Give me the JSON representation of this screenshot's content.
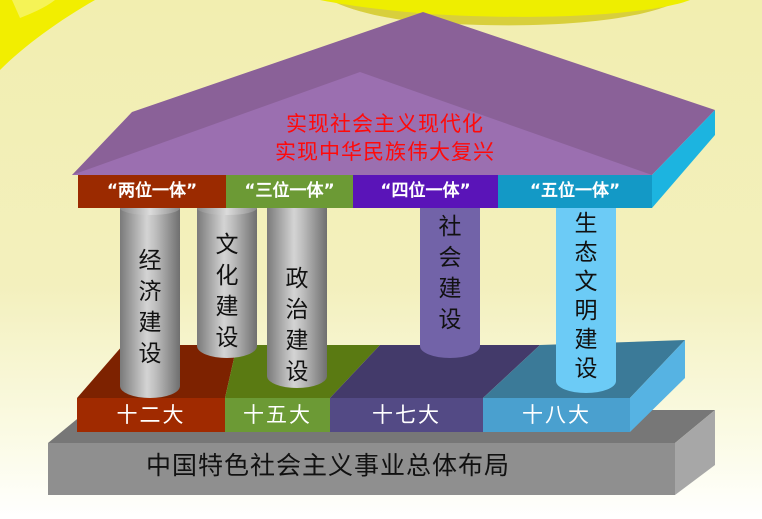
{
  "roof": {
    "line1": "实现社会主义现代化",
    "line2": "实现中华民族伟大复兴"
  },
  "stages": [
    {
      "label": "“两位一体”",
      "color": "#9b2a00"
    },
    {
      "label": "“三位一体”",
      "color": "#6c9a35"
    },
    {
      "label": "“四位一体”",
      "color": "#5a14b8"
    },
    {
      "label": "“五位一体”",
      "color": "#1399c6"
    }
  ],
  "pillars": [
    {
      "chars": [
        "经",
        "济",
        "建",
        "设"
      ],
      "style": "gray"
    },
    {
      "chars": [
        "文",
        "化",
        "建",
        "设"
      ],
      "style": "gray"
    },
    {
      "chars": [
        "政",
        "治",
        "建",
        "设"
      ],
      "style": "gray"
    },
    {
      "chars": [
        "社",
        "会",
        "建",
        "设"
      ],
      "style": "purple",
      "color": "#7263a8"
    },
    {
      "chars": [
        "生",
        "态",
        "文",
        "明",
        "建",
        "设"
      ],
      "style": "light-blue",
      "color": "#6ccbf6"
    }
  ],
  "congresses": [
    {
      "label": "十二大",
      "color": "#9b2a00"
    },
    {
      "label": "十五大",
      "color": "#6c9a35"
    },
    {
      "label": "十七大",
      "color": "#534a85"
    },
    {
      "label": "十八大",
      "color": "#4aa0cf"
    }
  ],
  "foundation": {
    "label": "中国特色社会主义事业总体布局",
    "color": "#8c8c8c"
  },
  "colors": {
    "roof_dark": "#8a6198",
    "roof_light": "#9b6fb0",
    "roof_side": "#1cb4e0",
    "background_banner": "#eaea00",
    "roof_text": "#ff0a0a"
  }
}
